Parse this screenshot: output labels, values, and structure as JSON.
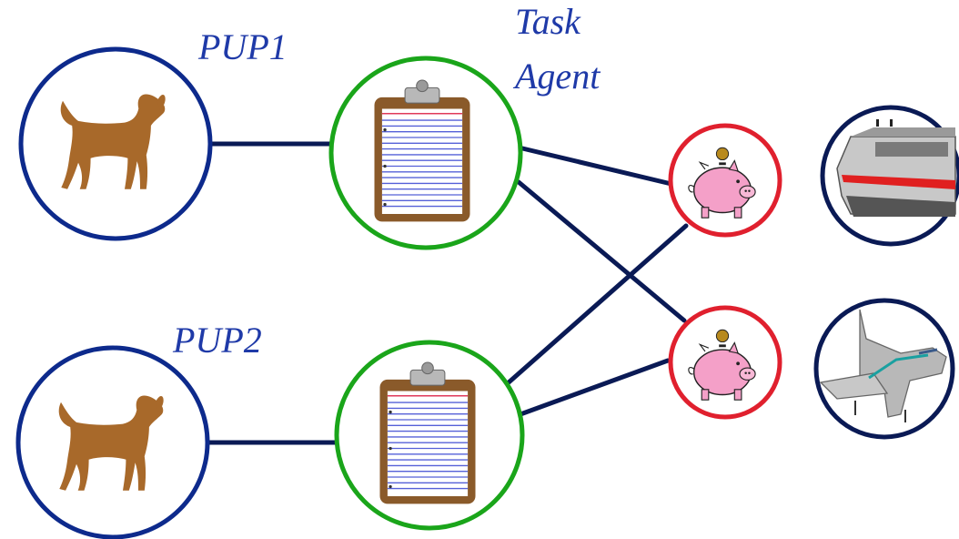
{
  "labels": {
    "pup1": "PUP1",
    "pup2": "PUP2",
    "task_line1": "Task",
    "task_line2": "Agent"
  },
  "colors": {
    "pup_ring": "#0d2a8c",
    "agent_ring": "#1aa51a",
    "bank_ring": "#e0202e",
    "resource_ring": "#0a1a55",
    "link": "#0a1a55",
    "label_text": "#1f3aa8",
    "dog": "#a8692a",
    "pig": "#f4a0c8",
    "clipboard": "#8a5a2a"
  },
  "icons": {
    "pup": "dog-icon",
    "agent": "clipboard-icon",
    "bank": "piggy-bank-icon",
    "resource_train": "train-icon",
    "resource_plane": "airplane-icon"
  }
}
